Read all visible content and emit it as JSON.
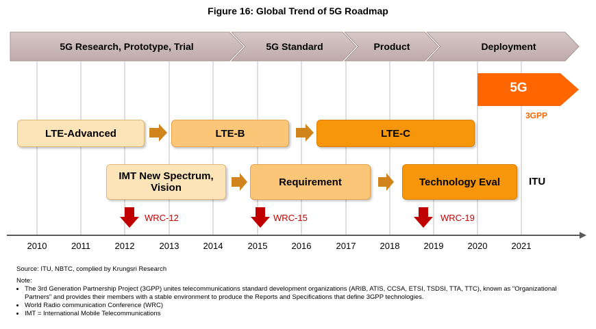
{
  "title": "Figure 16: Global Trend of 5G Roadmap",
  "phases": [
    "5G Research, Prototype, Trial",
    "5G Standard",
    "Product",
    "Deployment"
  ],
  "fiveg": {
    "label": "5G",
    "org": "3GPP"
  },
  "lte": [
    "LTE-Advanced",
    "LTE-B",
    "LTE-C"
  ],
  "itu": {
    "items": [
      "IMT New Spectrum, Vision",
      "Requirement",
      "Technology Eval"
    ],
    "org": "ITU"
  },
  "wrc": [
    "WRC-12",
    "WRC-15",
    "WRC-19"
  ],
  "years": [
    "2010",
    "2011",
    "2012",
    "2013",
    "2014",
    "2015",
    "2016",
    "2017",
    "2018",
    "2019",
    "2020",
    "2021"
  ],
  "colors": {
    "phase_fill": "#c9b7b7",
    "fiveg": "#ff6600",
    "wrc_arrow": "#c00000",
    "timeline": "#595959"
  },
  "notes": {
    "source": "Source: ITU, NBTC, complied by Krungsri Research",
    "heading": "Note:",
    "items": [
      "The 3rd Generation Partnership Project (3GPP) unites telecommunications standard development organizations (ARIB, ATIS, CCSA, ETSI, TSDSI, TTA, TTC), known as \"Organizational Partners\" and provides their members with a stable environment to produce the Reports and Specifications that define 3GPP technologies.",
      "World Radio communication Conference (WRC)",
      "IMT = International Mobile Telecommunications"
    ]
  }
}
